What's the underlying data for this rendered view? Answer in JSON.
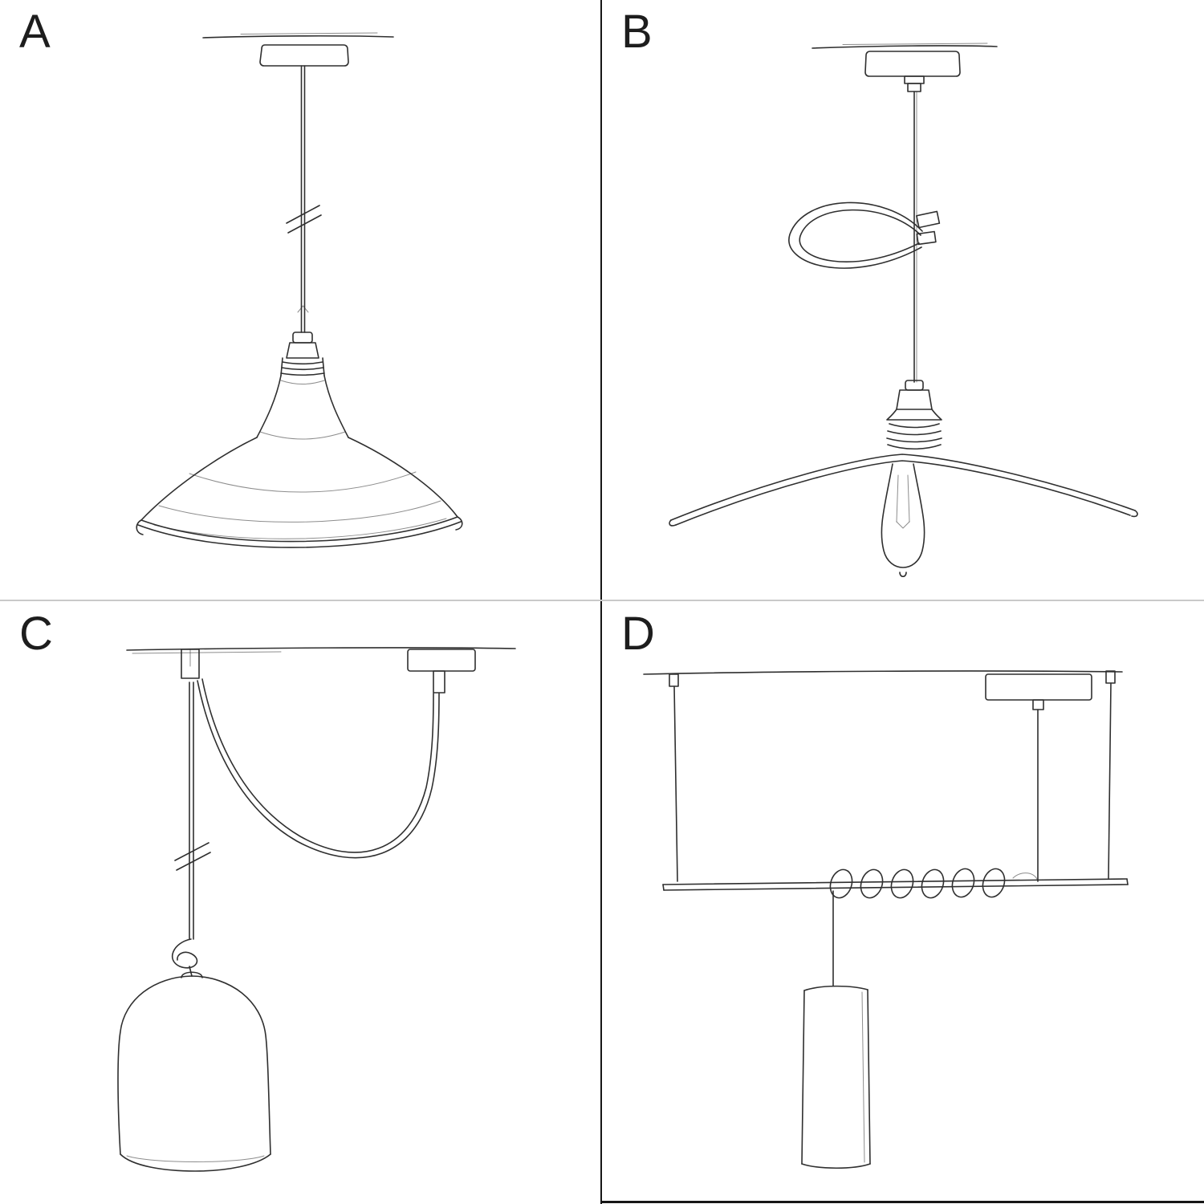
{
  "colors": {
    "ink": "#2f2f2f",
    "divider_dark": "#161616",
    "divider_light": "#c9c9c9",
    "background": "#ffffff"
  },
  "panels": [
    {
      "label": "A",
      "name": "pendant-straight-cable-bistro-shade",
      "parts": [
        "ceiling-line",
        "ceiling-rose",
        "pendant-cable",
        "cable-break-marks",
        "metal-lamp-holder",
        "bistro-shade"
      ]
    },
    {
      "label": "B",
      "name": "pendant-cable-clip-flat-plate-shade-bulb",
      "parts": [
        "ceiling-line",
        "ceiling-rose",
        "pendant-cable",
        "decorative-cable-clip-loop",
        "lamp-holder",
        "flat-plate-shade",
        "light-bulb"
      ]
    },
    {
      "label": "C",
      "name": "swag-pendant-knot-bell-shade",
      "parts": [
        "ceiling-line",
        "swag-hook",
        "ceiling-rose",
        "swag-cable",
        "drop-cable",
        "cable-break-marks",
        "cable-knot",
        "bell-shade"
      ]
    },
    {
      "label": "D",
      "name": "suspended-bar-coiled-cable-cylinder-shade",
      "parts": [
        "ceiling-line",
        "ceiling-rose",
        "suspension-wires",
        "horizontal-bar",
        "coiled-cable",
        "drop-cable",
        "cylinder-shade"
      ]
    }
  ]
}
